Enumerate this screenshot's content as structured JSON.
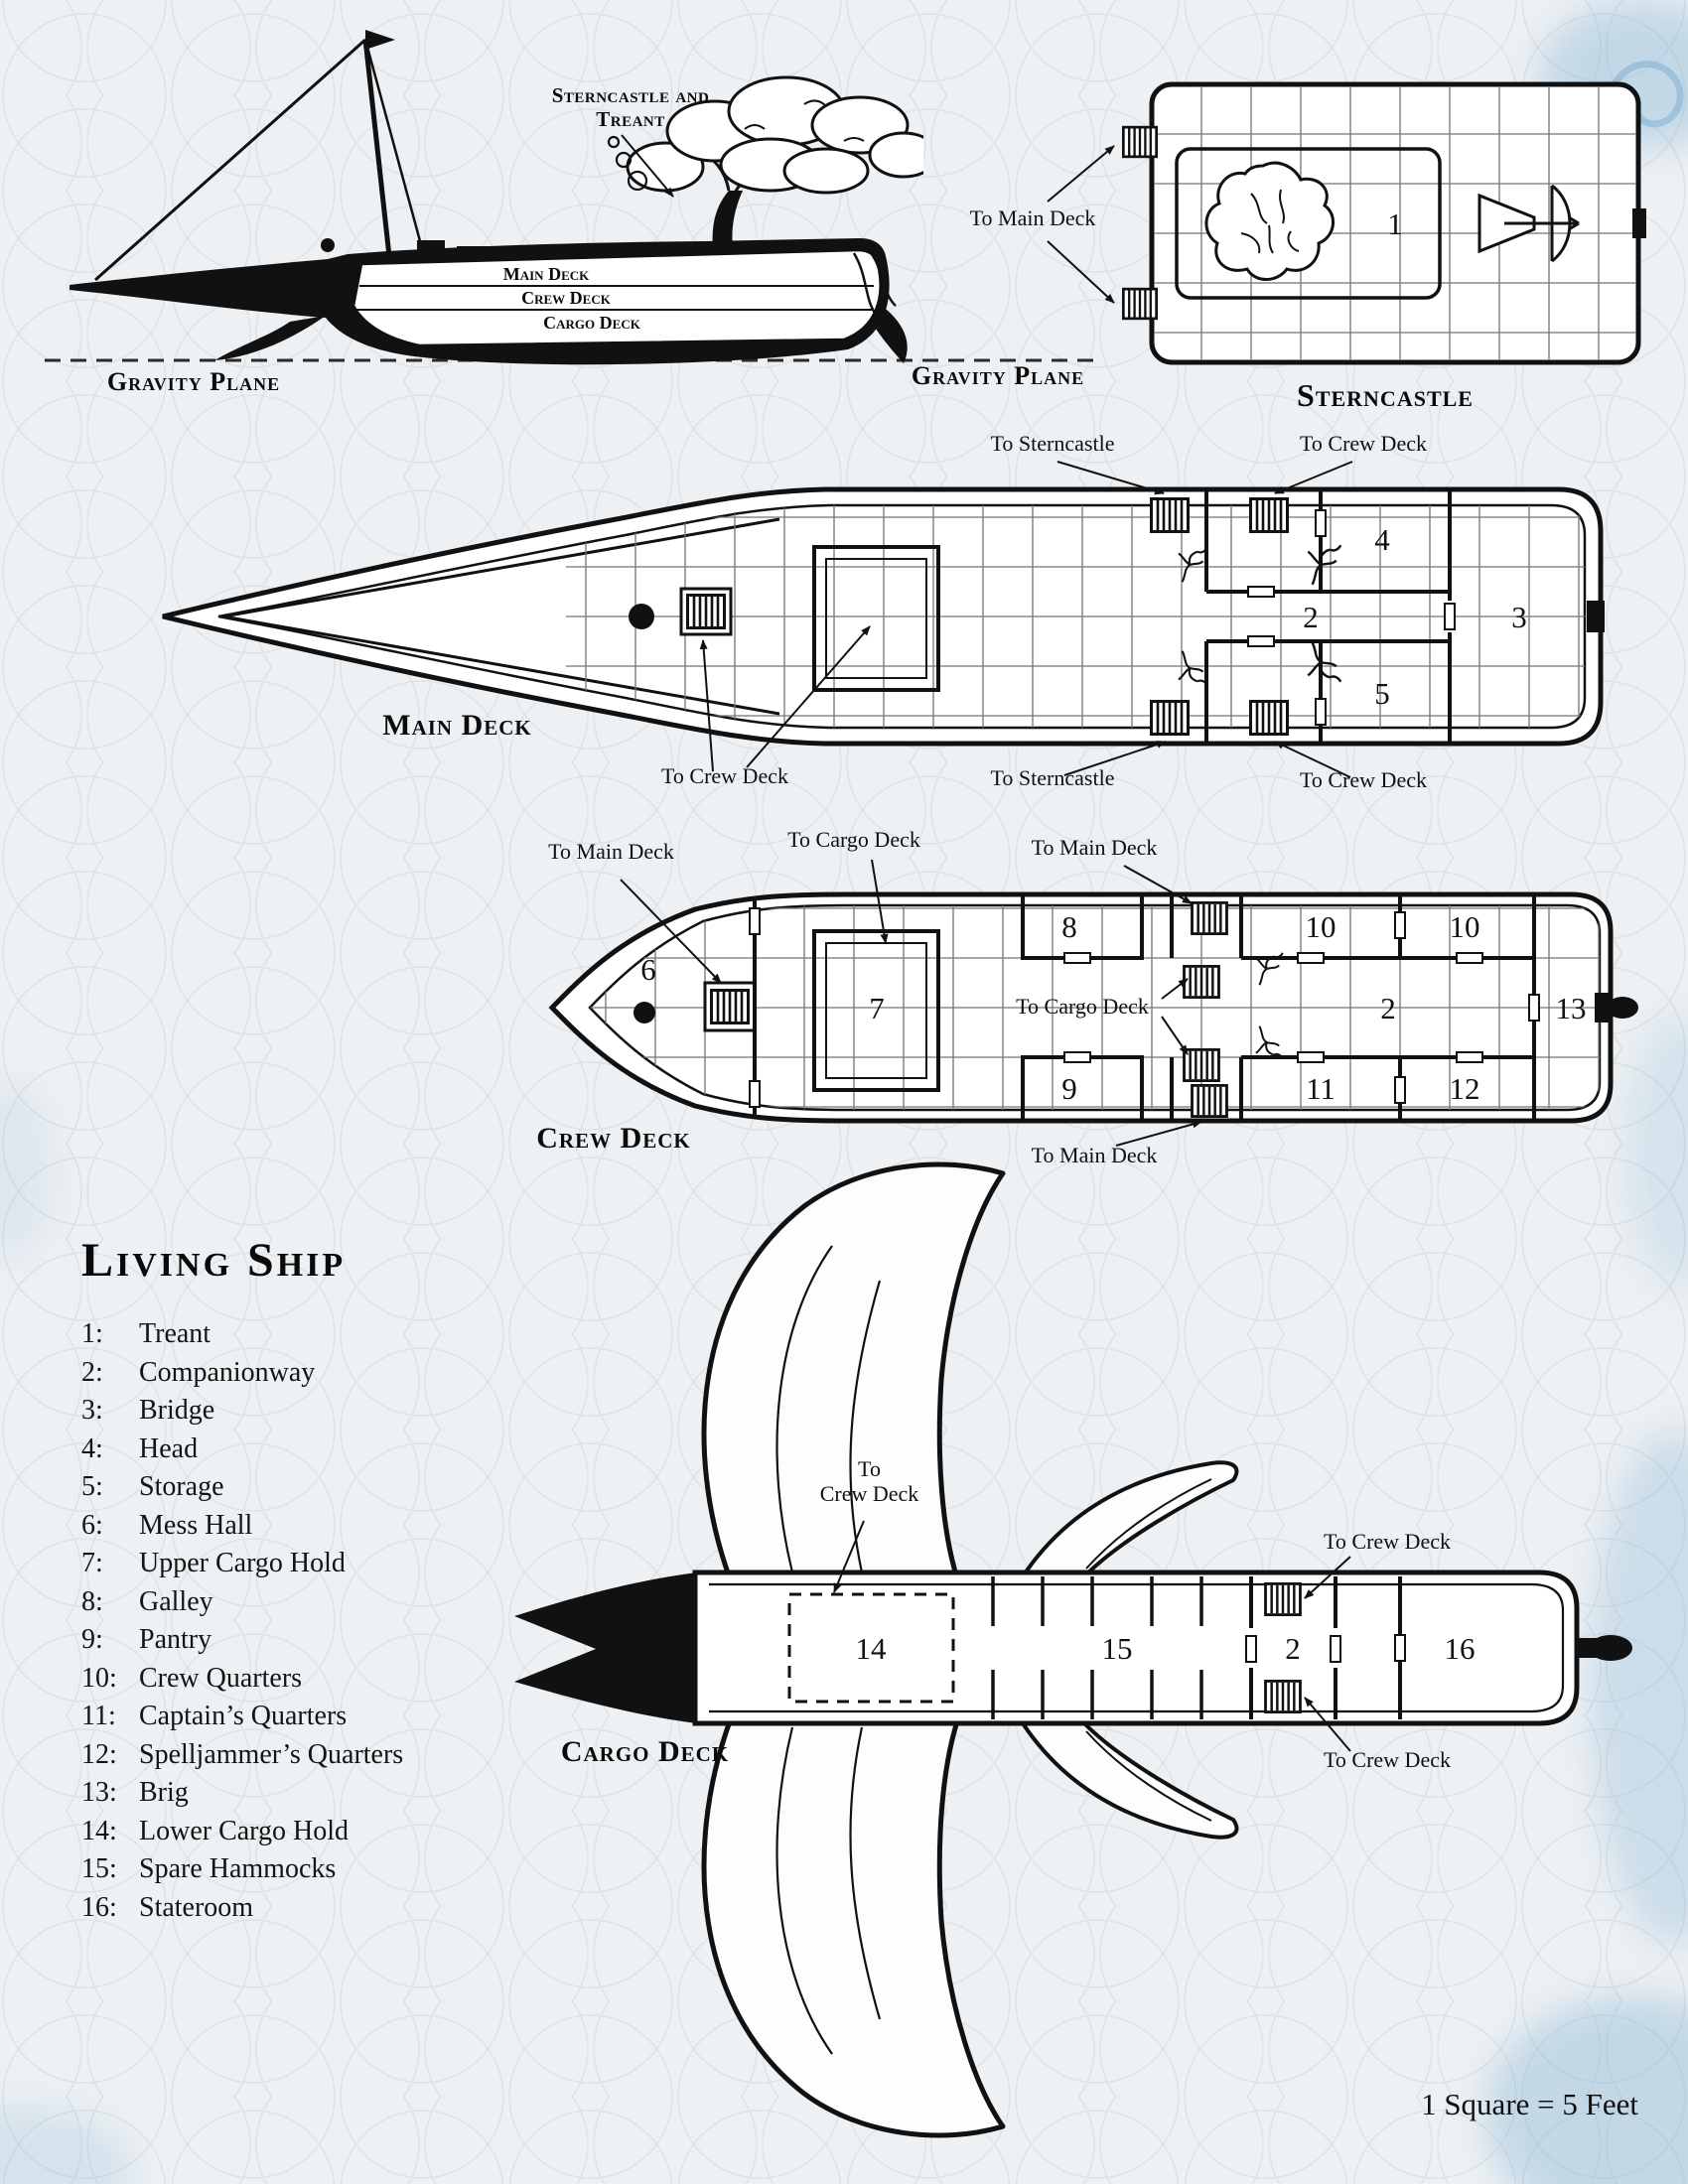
{
  "side_profile": {
    "callout": "Sterncastle and Treant",
    "deck_bands": {
      "main": "Main Deck",
      "crew": "Crew Deck",
      "cargo": "Cargo Deck"
    },
    "gravity_plane_left": "Gravity Plane",
    "gravity_plane_right": "Gravity Plane"
  },
  "sterncastle": {
    "caption": "Sterncastle",
    "to_main_deck": "To Main Deck",
    "rooms": {
      "treant": "1"
    }
  },
  "main_deck": {
    "caption": "Main Deck",
    "to_sterncastle_top": "To Sterncastle",
    "to_crew_deck_top": "To Crew Deck",
    "to_crew_deck_left": "To Crew Deck",
    "to_sterncastle_bottom": "To Sterncastle",
    "to_crew_deck_bottom": "To Crew Deck",
    "rooms": {
      "companionway": "2",
      "bridge": "3",
      "head": "4",
      "storage": "5"
    }
  },
  "crew_deck": {
    "caption": "Crew Deck",
    "to_main_deck_top_left": "To Main Deck",
    "to_cargo_deck_top": "To Cargo Deck",
    "to_main_deck_top_right": "To Main Deck",
    "to_cargo_deck_mid": "To Cargo Deck",
    "to_main_deck_bottom": "To Main Deck",
    "rooms": {
      "mess_hall": "6",
      "upper_cargo_hold": "7",
      "galley": "8",
      "pantry": "9",
      "crew_quarters_a": "10",
      "crew_quarters_b": "10",
      "captains_quarters": "11",
      "spelljammers_quarters": "12",
      "brig": "13",
      "companionway": "2"
    }
  },
  "cargo_deck": {
    "caption": "Cargo Deck",
    "to_crew_deck_top": {
      "line1": "To",
      "line2": "Crew Deck"
    },
    "to_crew_deck_right_top": "To Crew Deck",
    "to_crew_deck_right_bottom": "To Crew Deck",
    "rooms": {
      "lower_cargo_hold": "14",
      "spare_hammocks": "15",
      "companionway": "2",
      "stateroom": "16"
    }
  },
  "legend": {
    "title": "Living Ship",
    "items": [
      {
        "num": "1:",
        "name": "Treant"
      },
      {
        "num": "2:",
        "name": "Companionway"
      },
      {
        "num": "3:",
        "name": "Bridge"
      },
      {
        "num": "4:",
        "name": "Head"
      },
      {
        "num": "5:",
        "name": "Storage"
      },
      {
        "num": "6:",
        "name": "Mess Hall"
      },
      {
        "num": "7:",
        "name": "Upper Cargo Hold"
      },
      {
        "num": "8:",
        "name": "Galley"
      },
      {
        "num": "9:",
        "name": "Pantry"
      },
      {
        "num": "10:",
        "name": "Crew Quarters"
      },
      {
        "num": "11:",
        "name": "Captain’s Quarters"
      },
      {
        "num": "12:",
        "name": "Spelljammer’s Quarters"
      },
      {
        "num": "13:",
        "name": "Brig"
      },
      {
        "num": "14:",
        "name": "Lower Cargo Hold"
      },
      {
        "num": "15:",
        "name": "Spare Hammocks"
      },
      {
        "num": "16:",
        "name": "Stateroom"
      }
    ]
  },
  "scale_note": "1 Square = 5 Feet",
  "colors": {
    "ink": "#111111",
    "paper": "#eef1f3",
    "accent_blue": "#7fb0d4"
  }
}
